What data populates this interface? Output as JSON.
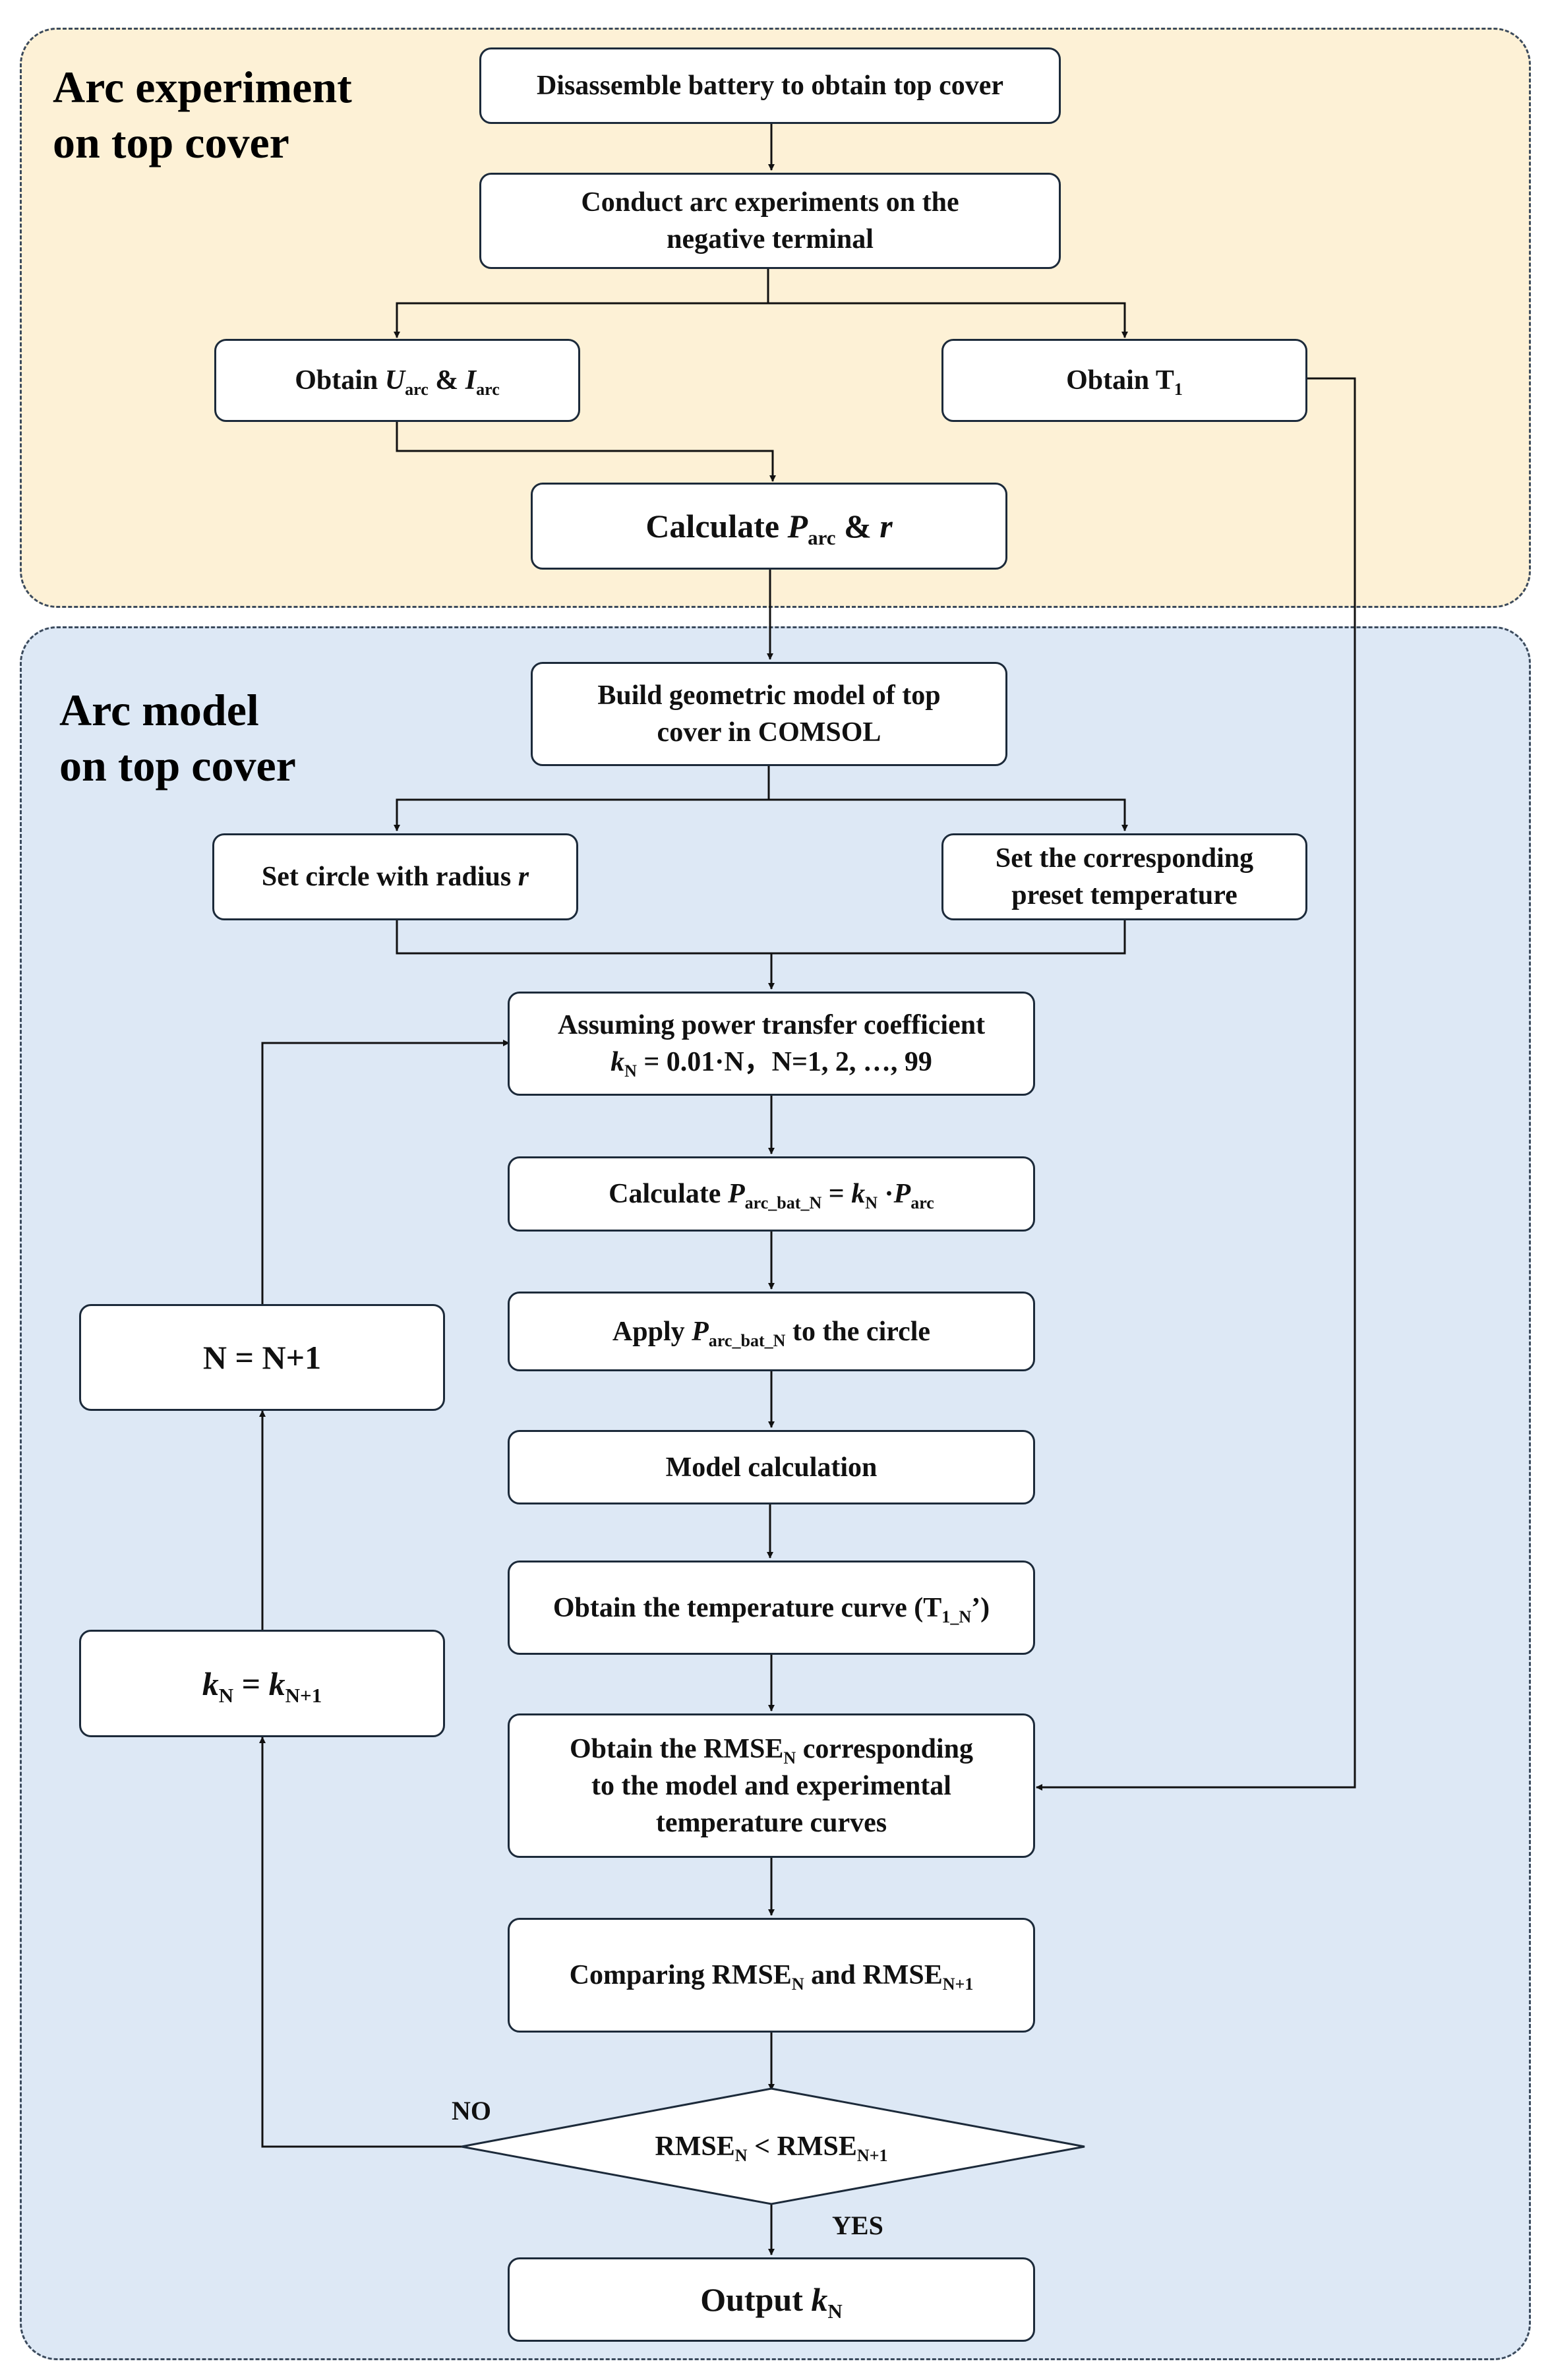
{
  "colors": {
    "region_experiment_fill": "#fdf1d6",
    "region_model_fill": "#dde8f5",
    "border": "#1c2a3a"
  },
  "regions": {
    "experiment_title_line1": "Arc experiment",
    "experiment_title_line2": "on top cover",
    "model_title_line1": "Arc model",
    "model_title_line2": "on top cover"
  },
  "nodes": {
    "disassemble": "Disassemble battery to obtain  top cover",
    "conduct_line1": "Conduct arc experiments on the",
    "conduct_line2": "negative terminal",
    "obtain_u_i": {
      "prefix": "Obtain ",
      "u": "U",
      "u_sub": "arc",
      "amp": " & ",
      "i": "I",
      "i_sub": "arc"
    },
    "obtain_t1": {
      "prefix": "Obtain T",
      "sub": "1"
    },
    "calc_parc": {
      "prefix": "Calculate ",
      "p": "P",
      "p_sub": "arc",
      "amp": " & ",
      "r": "r"
    },
    "build_line1": "Build geometric model of top",
    "build_line2": "cover in COMSOL",
    "set_circle": {
      "prefix": "Set circle with radius ",
      "r": "r"
    },
    "set_temp_line1": "Set the corresponding",
    "set_temp_line2": "preset temperature",
    "assume_line1": "Assuming power transfer coefficient",
    "assume_k": "k",
    "assume_k_sub": "N",
    "assume_rest": " = 0.01·N，N=1, 2, …, 99",
    "calc_pbat": {
      "prefix": "Calculate ",
      "p": "P",
      "p_sub": "arc_bat_N",
      "eq": " = ",
      "k": "k",
      "k_sub": "N",
      "dot": " ·",
      "p2": "P",
      "p2_sub": "arc"
    },
    "apply": {
      "prefix": "Apply ",
      "p": "P",
      "p_sub": "arc_bat_N",
      "suffix": " to the circle"
    },
    "model_calc": "Model calculation",
    "temp_curve": {
      "prefix": "Obtain the temperature curve (T",
      "sub": "1_N",
      "suffix": "’)"
    },
    "rmse_line1_prefix": "Obtain the RMSE",
    "rmse_line1_sub": "N",
    "rmse_line1_suffix": " corresponding",
    "rmse_line2": "to the model and experimental",
    "rmse_line3": "temperature curves",
    "compare": {
      "prefix": "Comparing RMSE",
      "sub1": "N",
      "mid": " and RMSE",
      "sub2": "N+1"
    },
    "decision": {
      "a": "RMSE",
      "a_sub": "N",
      "lt": " < RMSE",
      "b_sub": "N+1"
    },
    "output": {
      "prefix": "Output ",
      "k": "k",
      "k_sub": "N"
    },
    "n_increment": "N = N+1",
    "k_update": {
      "k1": "k",
      "k1_sub": "N",
      "eq": " = ",
      "k2": "k",
      "k2_sub": "N+1"
    }
  },
  "edge_labels": {
    "no": "NO",
    "yes": "YES"
  }
}
